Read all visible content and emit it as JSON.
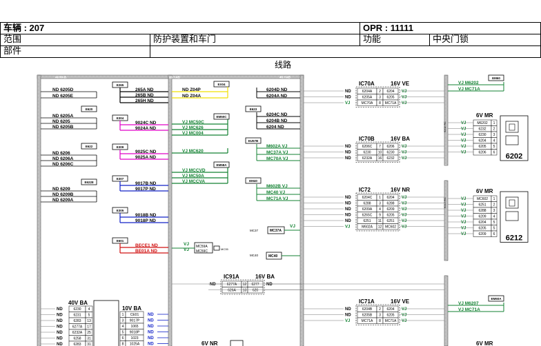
{
  "header": {
    "vehicle": "车辆 : 207",
    "opr": "OPR : 11111",
    "scope_label": "范围",
    "scope_value": "防护装置和车门",
    "function_label": "功能",
    "function_value": "中央门锁",
    "parts_label": "部件"
  },
  "section_title": "线路",
  "colors": {
    "black": "#000000",
    "magenta": "#e000c8",
    "yellow": "#f0e000",
    "blue": "#1020c8",
    "red": "#d01010",
    "green": "#108030"
  },
  "rails": [
    "46 HAB",
    "46 HAB",
    "46 HAB"
  ],
  "left_groups": [
    {
      "labels": [
        "ND 6205D",
        "ND 6205E"
      ]
    },
    {
      "connector": "E620",
      "labels": [
        "ND 6205A",
        "ND 6205",
        "ND 6205B"
      ]
    },
    {
      "connector": "E622",
      "labels": [
        "ND 6206",
        "ND 6206A",
        "ND 6206C"
      ]
    },
    {
      "connector": "E6228",
      "labels": [
        "ND 6209",
        "ND 6209B",
        "ND 6209A"
      ]
    }
  ],
  "mid_blocks": [
    {
      "connector": "E265",
      "labels": [
        "265A ND",
        "265B ND",
        "265H ND"
      ],
      "color": "black"
    },
    {
      "connector": "E304",
      "labels": [
        "9024C ND",
        "9024A ND"
      ],
      "color": "magenta"
    },
    {
      "connector": "E309",
      "labels": [
        "9025C ND",
        "9025A ND"
      ],
      "color": "magenta"
    },
    {
      "connector": "E307",
      "labels": [
        "9017B ND",
        "9017P ND"
      ],
      "color": "blue"
    },
    {
      "connector": "E305",
      "labels": [
        "9018B ND",
        "9018P ND"
      ],
      "color": "blue"
    },
    {
      "connector": "E601",
      "labels": [
        "BECE1 ND",
        "BE01A ND"
      ],
      "color": "red"
    }
  ],
  "center_blocks": [
    {
      "connector": "EX04",
      "labels": [
        "ND Z04P",
        "ND Z04A"
      ],
      "color": "yellow"
    },
    {
      "connector": "EM50C",
      "labels": [
        "VJ MC50C",
        "VJ MC626",
        "VJ MC004"
      ],
      "color": "green"
    },
    {
      "connector": "",
      "labels": [
        "VJ MC620"
      ],
      "color": "green"
    },
    {
      "connector": "EM58A",
      "labels": [
        "VJ MCCVD",
        "VJ MC50A",
        "VJ MCCVA"
      ],
      "color": "green"
    }
  ],
  "right_inner": [
    {
      "connector": "",
      "labels": [
        "6204D ND",
        "6204A ND"
      ]
    },
    {
      "connector": "E623",
      "labels": [
        "6204C ND",
        "6204B ND",
        "6204 ND"
      ]
    },
    {
      "connector": "EU57B",
      "labels": [
        "M602A VJ",
        "MC37A VJ",
        "MC70A VJ"
      ],
      "color": "green"
    },
    {
      "connector": "EM40",
      "labels": [
        "M602B VJ",
        "MC40 VJ",
        "MC71A VJ"
      ],
      "color": "green"
    }
  ],
  "small_boxes": [
    {
      "left": "VJ",
      "right": "MC8A",
      "labels": [
        "MC59A",
        "MC59C"
      ],
      "tag": "MC35"
    },
    {
      "tag": "MC37",
      "label": "MC37A",
      "end": "VJ"
    },
    {
      "tag": "MC40",
      "label": "MC40",
      "end": "VJ"
    }
  ],
  "ic_blocks": [
    {
      "name": "IC70A",
      "spec": "16V VE",
      "rows": [
        [
          "ND",
          "6204A",
          "2",
          "6204",
          "VJ"
        ],
        [
          "ND",
          "6205A",
          "3",
          "6205",
          "VJ"
        ],
        [
          "VJ",
          "MC70A",
          "8",
          "MC71A",
          "VJ"
        ]
      ]
    },
    {
      "name": "IC70B",
      "spec": "16V BA",
      "rows": [
        [
          "ND",
          "6206C",
          "7",
          "6206",
          "VJ"
        ],
        [
          "ND",
          "6230",
          "10",
          "6230",
          "VJ"
        ],
        [
          "ND",
          "6232A",
          "16",
          "6232",
          "VJ"
        ]
      ]
    },
    {
      "name": "IC72",
      "spec": "16V NR",
      "rows": [
        [
          "ND",
          "6204C",
          "1",
          "6204",
          "VJ"
        ],
        [
          "ND",
          "6288",
          "3",
          "6288",
          "VJ"
        ],
        [
          "ND",
          "6209A",
          "4",
          "6209",
          "VJ"
        ],
        [
          "ND",
          "6265C",
          "9",
          "6205",
          "VJ"
        ],
        [
          "ND",
          "6251",
          "11",
          "6251",
          "VJ"
        ],
        [
          "VJ",
          "M602A",
          "12",
          "MC602",
          "VJ"
        ]
      ]
    },
    {
      "name": "IC91A",
      "spec": "16V BA",
      "rows": [
        [
          "ND",
          "6277A",
          "12",
          "6277",
          "ND"
        ],
        [
          "",
          "626A",
          "13",
          "620",
          ""
        ]
      ]
    },
    {
      "name": "IC71A",
      "spec": "16V VE",
      "rows": [
        [
          "ND",
          "6204B",
          "2",
          "6204",
          "VJ"
        ],
        [
          "ND",
          "6205B",
          "3",
          "6205",
          "VJ"
        ],
        [
          "VJ",
          "MC71A",
          "8",
          "MC71A",
          "VJ"
        ]
      ]
    }
  ],
  "far_right": [
    {
      "connector": "EM60",
      "labels": [
        "VJ M6202",
        "VJ MC71A"
      ]
    },
    {
      "connector": "EM60A",
      "labels": [
        "VJ M6207",
        "VJ MC71A"
      ]
    }
  ],
  "devices": [
    {
      "id": "6202",
      "spec": "6V MR",
      "rail": "6202 RC",
      "rows": [
        [
          "VJ",
          "M6202",
          "1"
        ],
        [
          "VJ",
          "6232",
          "2"
        ],
        [
          "VJ",
          "6230",
          "3"
        ],
        [
          "VJ",
          "6204",
          "4"
        ],
        [
          "VJ",
          "6205",
          "5"
        ],
        [
          "VJ",
          "6206",
          "6"
        ]
      ]
    },
    {
      "id": "6212",
      "spec": "6V MR",
      "rail": "6212 RC",
      "rows": [
        [
          "VJ",
          "MC602",
          "1"
        ],
        [
          "VJ",
          "6251",
          "2"
        ],
        [
          "VJ",
          "6288",
          "3"
        ],
        [
          "VJ",
          "6209",
          "4"
        ],
        [
          "VJ",
          "6204",
          "5"
        ],
        [
          "VJ",
          "6205",
          "5"
        ],
        [
          "VJ",
          "6209",
          "6"
        ]
      ]
    }
  ],
  "bottom_left": {
    "spec": "40V BA",
    "rows": [
      [
        "ND",
        "6230",
        "4"
      ],
      [
        "ND",
        "6231",
        "5"
      ],
      [
        "ND",
        "6283",
        "13"
      ],
      [
        "ND",
        "6277A",
        "17"
      ],
      [
        "ND",
        "6232A",
        "25"
      ],
      [
        "ND",
        "6258",
        "31"
      ],
      [
        "ND",
        "6283",
        "31"
      ]
    ]
  },
  "bottom_mid": {
    "spec": "10V BA",
    "rows": [
      [
        "1",
        "CE01",
        "ND"
      ],
      [
        "3",
        "9017P",
        "ND"
      ],
      [
        "4",
        "1065",
        "ND"
      ],
      [
        "5",
        "9018P",
        "ND"
      ],
      [
        "6",
        "1023",
        "ND"
      ],
      [
        "8",
        "1025A",
        "ND"
      ]
    ]
  },
  "bottom_extra": {
    "spec": "6V NR",
    "last": "6V MR"
  }
}
